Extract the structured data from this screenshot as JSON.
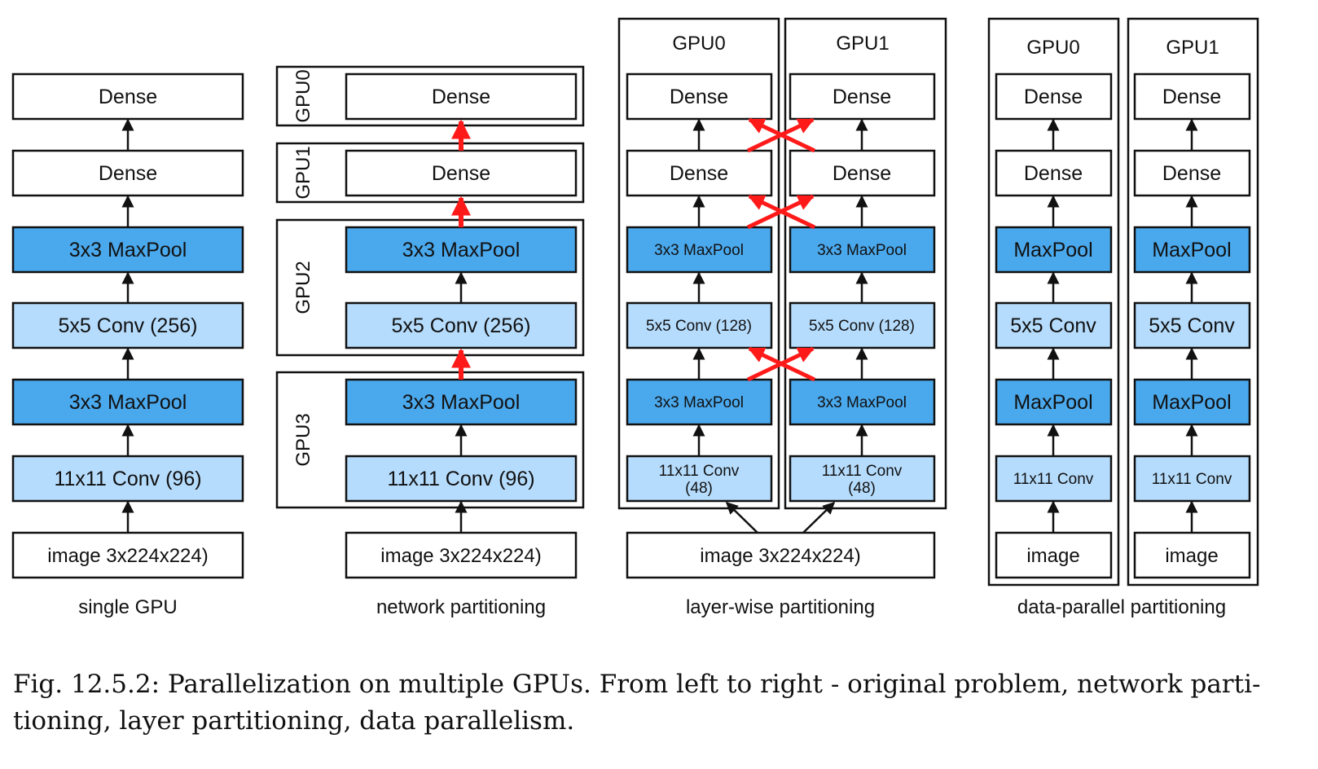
{
  "colors": {
    "dark": "#4aa8ec",
    "light": "#b5dcfd",
    "white": "#ffffff",
    "red": "#ff1a1a",
    "line": "#111111"
  },
  "layers": {
    "dense": "Dense",
    "maxpool": "3x3 MaxPool",
    "conv256": "5x5 Conv (256)",
    "conv96": "11x11 Conv (96)",
    "image_full": "image 3x224x224)",
    "conv128": "5x5 Conv (128)",
    "conv48_line1": "11x11 Conv",
    "conv48_line2": "(48)",
    "maxpool_short": "MaxPool",
    "conv5": "5x5 Conv",
    "conv11": "11x11 Conv",
    "image": "image"
  },
  "gpus": {
    "gpu0": "GPU0",
    "gpu1": "GPU1",
    "gpu2": "GPU2",
    "gpu3": "GPU3"
  },
  "labels": {
    "single": "single GPU",
    "network": "network partitioning",
    "layerwise": "layer-wise partitioning",
    "data": "data-parallel partitioning"
  },
  "caption": {
    "line1": "Fig. 12.5.2: Parallelization on multiple GPUs. From left to right - original problem, network parti-",
    "line2": "tioning, layer partitioning, data parallelism."
  }
}
